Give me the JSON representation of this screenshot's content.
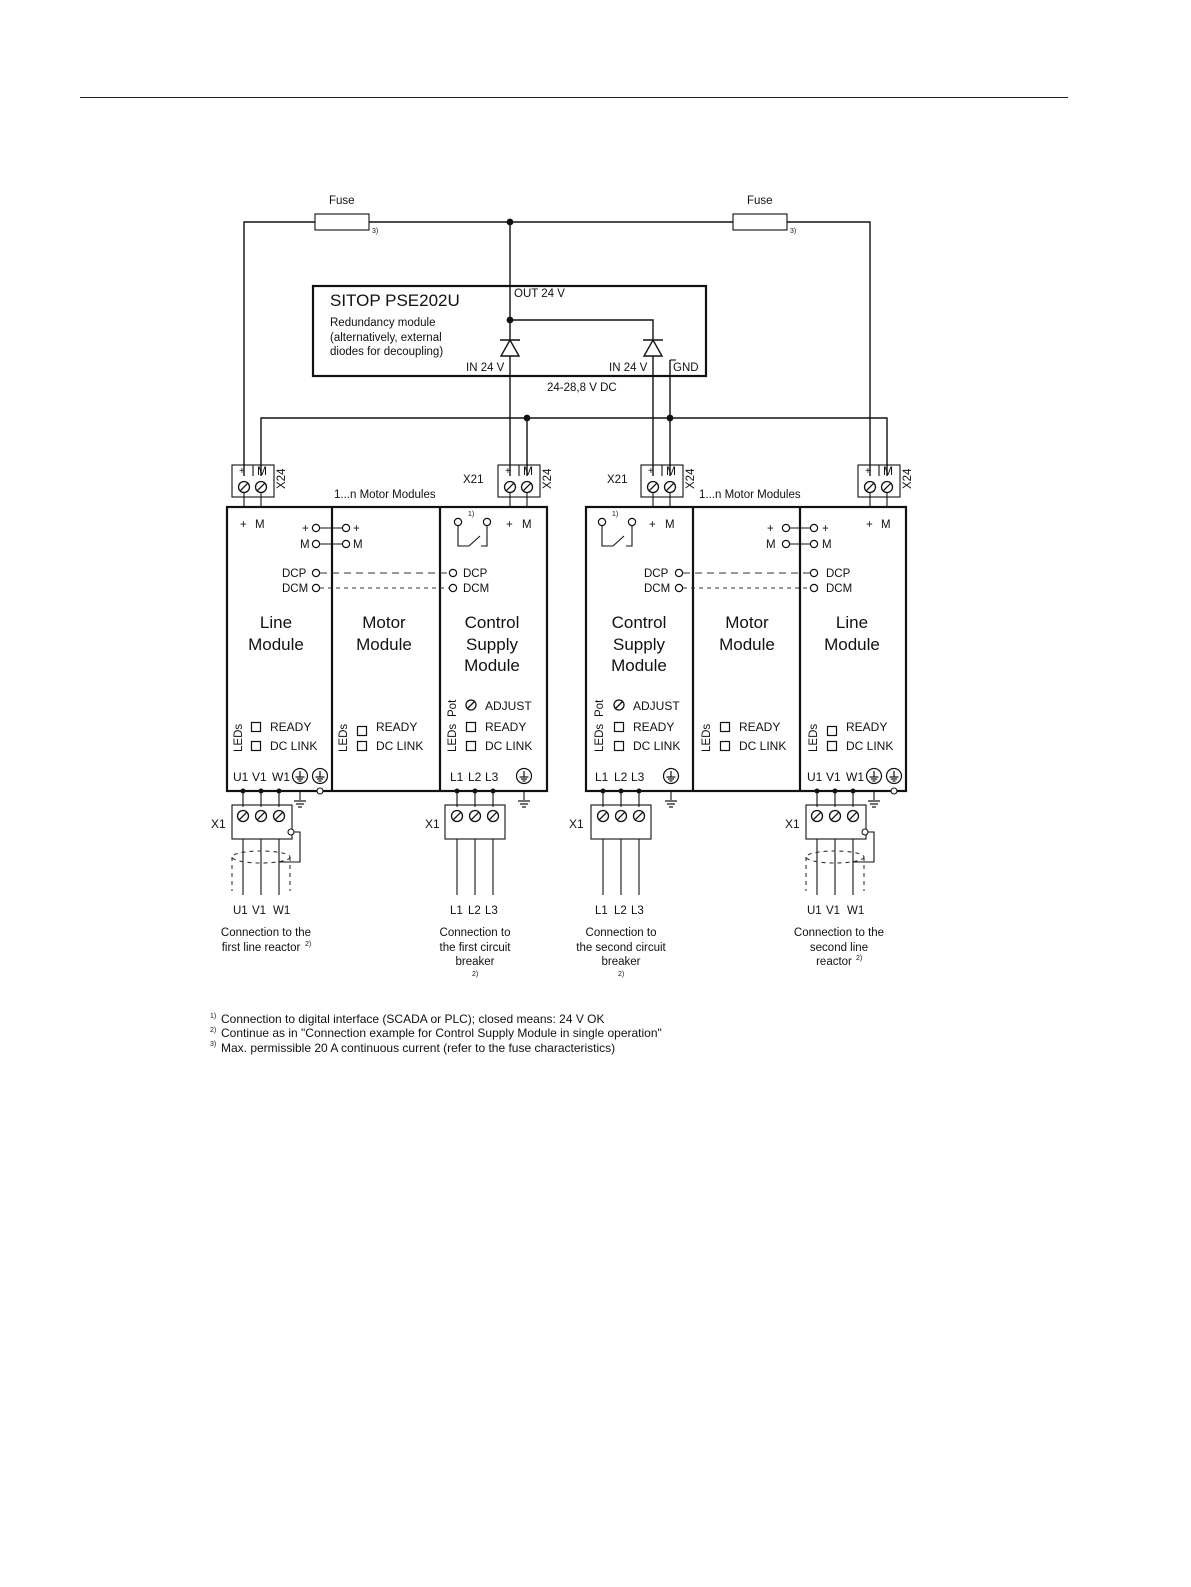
{
  "fuse_labels": [
    "Fuse",
    "Fuse"
  ],
  "fuse_note": "3)",
  "sitop": {
    "title": "SITOP PSE202U",
    "desc": [
      "Redundancy module",
      "(alternatively, external",
      "diodes for decoupling)"
    ],
    "out": "OUT 24 V",
    "in_left": "IN 24 V",
    "in_right": "IN 24 V",
    "gnd": "GND",
    "range": "24-28,8 V DC"
  },
  "terminals": {
    "x24": "X24",
    "x21": "X21",
    "x1": "X1",
    "plus": "+",
    "m": "M",
    "dcp": "DCP",
    "dcm": "DCM",
    "note1": "1)"
  },
  "motor_modules_label": "1...n Motor Modules",
  "modules": {
    "line": [
      "Line",
      "Module"
    ],
    "motor": [
      "Motor",
      "Module"
    ],
    "control": [
      "Control",
      "Supply",
      "Module"
    ]
  },
  "leds": {
    "leds": "LEDs",
    "pot": "Pot",
    "adjust": "ADJUST",
    "ready": "READY",
    "dclink": "DC LINK"
  },
  "phases": {
    "u1": "U1",
    "v1": "V1",
    "w1": "W1",
    "l1": "L1",
    "l2": "L2",
    "l3": "L3"
  },
  "connections": {
    "c1": [
      "Connection to the",
      "first line reactor"
    ],
    "c1_note": "2)",
    "c2": [
      "Connection to",
      "the first circuit",
      "breaker"
    ],
    "c2_note": "2)",
    "c3": [
      "Connection to",
      "the second circuit",
      "breaker"
    ],
    "c3_note": "2)",
    "c4": [
      "Connection to the",
      "second line",
      "reactor"
    ],
    "c4_note": "2)"
  },
  "footnotes": [
    {
      "mark": "1)",
      "text": "Connection to digital interface (SCADA or PLC); closed means: 24 V OK"
    },
    {
      "mark": "2)",
      "text": "Continue as in \"Connection example for Control Supply Module in single operation\""
    },
    {
      "mark": "3)",
      "text": "Max. permissible 20 A continuous current (refer to the fuse characteristics)"
    }
  ]
}
